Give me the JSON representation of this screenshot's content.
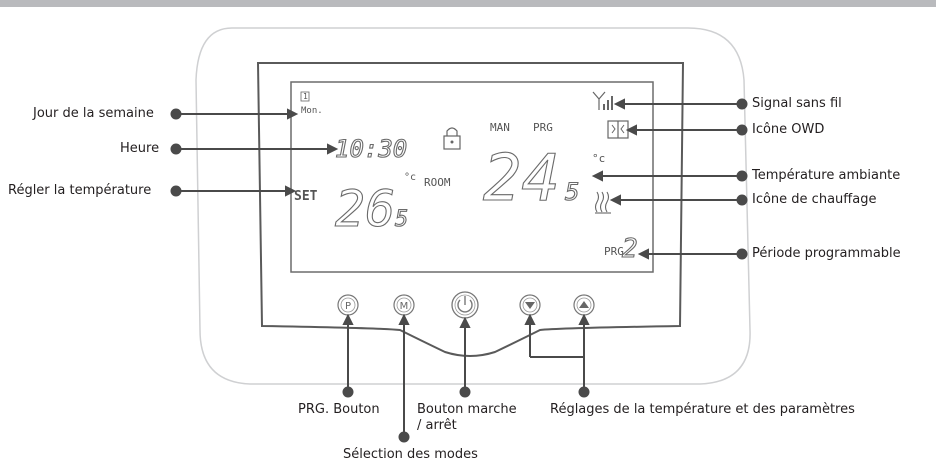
{
  "labels": {
    "day_of_week": "Jour de la semaine",
    "time": "Heure",
    "set_temperature": "Régler la température",
    "wireless_signal": "Signal sans fil",
    "owd_icon": "Icône OWD",
    "ambient_temperature": "Température ambiante",
    "heating_icon": "Icône de chauffage",
    "program_period": "Période programmable",
    "prg_button": "PRG. Bouton",
    "mode_selection": "Sélection des modes",
    "power_button_line1": "Bouton marche",
    "power_button_line2": "/ arrêt",
    "temp_param_settings": "Réglages de la température et des paramètres"
  },
  "display": {
    "day": "Mon.",
    "day_index": "1",
    "time": "10:30",
    "set_label": "SET",
    "set_temp_main": "26",
    "set_temp_decimal": "5",
    "unit": "°c",
    "room_label": "ROOM",
    "mode_man": "MAN",
    "mode_prg": "PRG",
    "room_temp_main": "24",
    "room_temp_decimal": "5",
    "room_unit": "°c",
    "prg_label": "PRG",
    "prg_number": "2"
  },
  "buttons": {
    "prg": "P",
    "mode": "M"
  }
}
